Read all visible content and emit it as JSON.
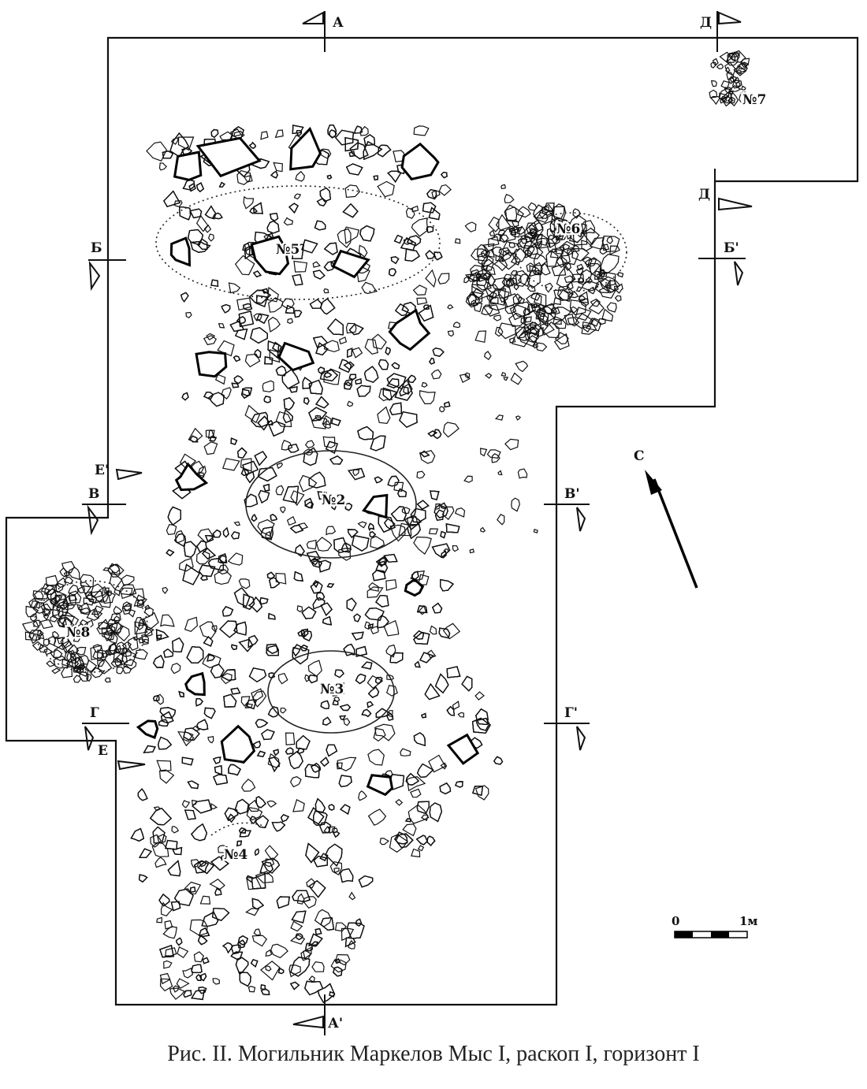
{
  "section_labels": {
    "a": "А",
    "a_prime": "А'",
    "b": "Б",
    "b_prime": "Б'",
    "v": "В",
    "v_prime": "В'",
    "g": "Г",
    "g_prime": "Г'",
    "d_top": "Д",
    "d_mid": "Д",
    "e": "Е",
    "e_prime": "Е'"
  },
  "burials": {
    "n2": "№2",
    "n3": "№3",
    "n4": "№4",
    "n5": "№5",
    "n6": "№6",
    "n7": "№7",
    "n8": "№8"
  },
  "north_label": "С",
  "scale": {
    "start": "0",
    "end": "1м"
  },
  "caption": "Рис. II. Могильник Маркелов Мыс I, раскоп I, горизонт I"
}
